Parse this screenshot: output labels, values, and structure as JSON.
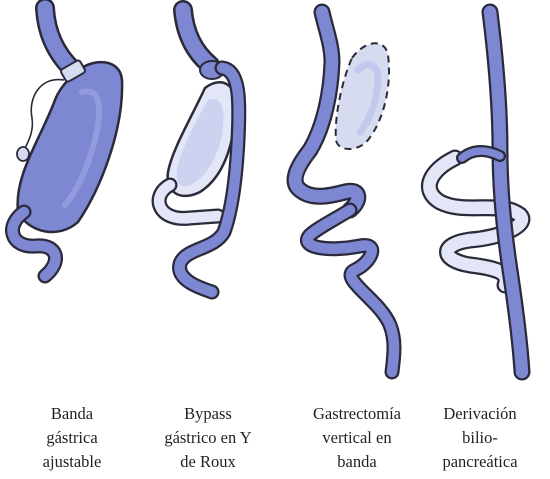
{
  "colors": {
    "organ_fill": "#7d87d2",
    "organ_highlight": "#9aa4e2",
    "outline": "#2a2a3a",
    "bypassed": "#e3e6f6",
    "pouch_light": "#c3c9ee",
    "band": "#d7dbf0",
    "text": "#231f20"
  },
  "procedures": [
    {
      "id": "banda-gastrica",
      "label_lines": [
        "Banda",
        "gástrica",
        "ajustable"
      ]
    },
    {
      "id": "bypass-gastrico",
      "label_lines": [
        "Bypass",
        "gástrico en Y",
        "de Roux"
      ]
    },
    {
      "id": "gastrectomia-vertical",
      "label_lines": [
        "Gastrectomía",
        "vertical en",
        "banda"
      ]
    },
    {
      "id": "derivacion-biliopancreatica",
      "label_lines": [
        "Derivación",
        "bilio-",
        "pancreática"
      ]
    }
  ]
}
